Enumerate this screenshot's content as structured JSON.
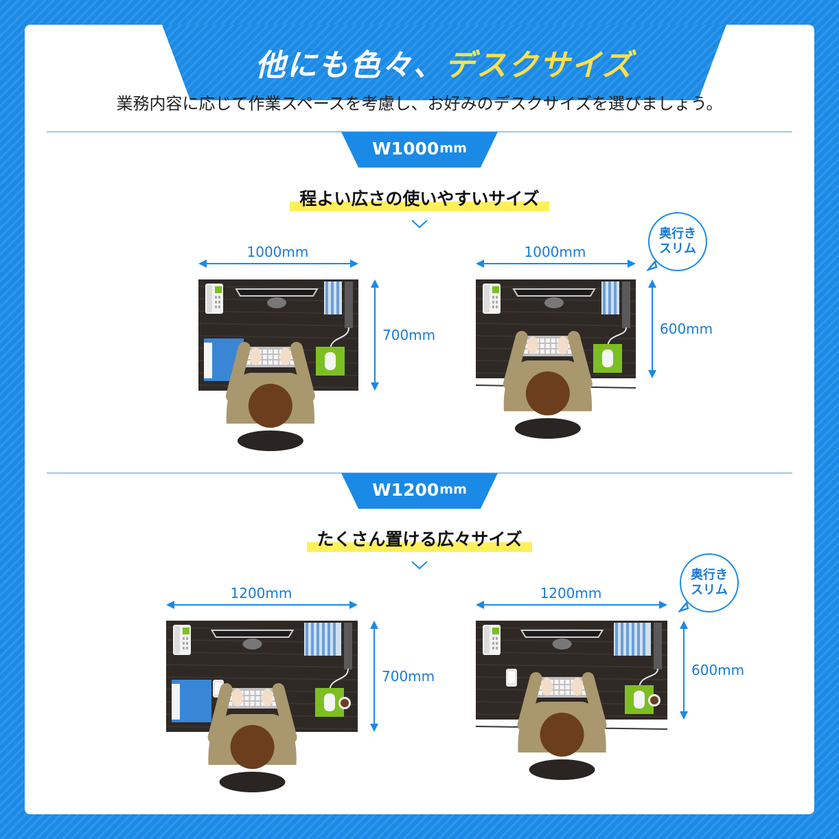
{
  "banner": {
    "title_prefix": "他にも色々、",
    "title_highlight": "デスクサイズ"
  },
  "subtitle": "業務内容に応じて作業スペースを考慮し、お好みのデスクサイズを選びましょう。",
  "sections": [
    {
      "tab_main": "W1000",
      "tab_unit": "mm",
      "headline": "程よい広さの使いやすいサイズ",
      "layouts": [
        {
          "width_label": "1000mm",
          "depth_label": "700mm"
        },
        {
          "width_label": "1000mm",
          "depth_label": "600mm",
          "badge_line1": "奥行き",
          "badge_line2": "スリム"
        }
      ]
    },
    {
      "tab_main": "W1200",
      "tab_unit": "mm",
      "headline": "たくさん置ける広々サイズ",
      "layouts": [
        {
          "width_label": "1200mm",
          "depth_label": "700mm"
        },
        {
          "width_label": "1200mm",
          "depth_label": "600mm",
          "badge_line1": "奥行き",
          "badge_line2": "スリム"
        }
      ]
    }
  ],
  "colors": {
    "brand_blue": "#1a8ae6",
    "dimension_blue": "#1a7ad6",
    "banner_highlight": "#ffe04a",
    "headline_marker": "#fff05a",
    "desk": "#2f2926",
    "mat_green": "#7dbf22",
    "folder_blue": "#3a86d6"
  },
  "icons": [
    "desk-scene-illustration",
    "person-top-view",
    "double-arrow-icon",
    "chevron-down-icon",
    "speech-bubble-badge"
  ]
}
